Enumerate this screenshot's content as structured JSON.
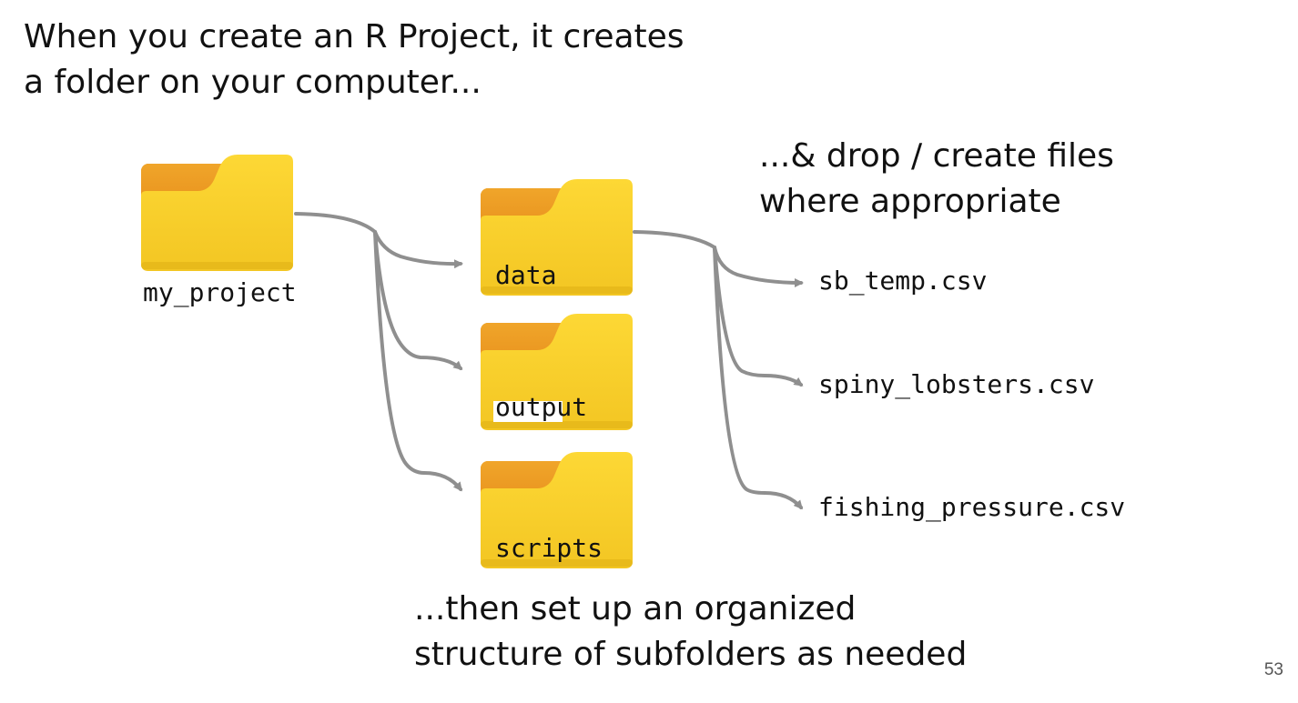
{
  "heading": {
    "line1": "When you create an R Project, it creates",
    "line2": "a folder on your computer..."
  },
  "drop_note": {
    "line1": "...& drop / create files",
    "line2": "where appropriate"
  },
  "subfolder_note": {
    "line1": "...then set up an organized",
    "line2": "structure of subfolders as needed"
  },
  "project_folder": {
    "label": "my_project",
    "icon": "folder-icon"
  },
  "subfolders": [
    {
      "label": "data",
      "icon": "folder-icon"
    },
    {
      "label": "output",
      "icon": "folder-icon"
    },
    {
      "label": "scripts",
      "icon": "folder-icon"
    }
  ],
  "files": [
    "sb_temp.csv",
    "spiny_lobsters.csv",
    "fishing_pressure.csv"
  ],
  "page_number": "53",
  "colors": {
    "folder_front": "#F9CF2B",
    "folder_back": "#F29E22",
    "arrow": "#8f8f8f",
    "text": "#111111"
  }
}
